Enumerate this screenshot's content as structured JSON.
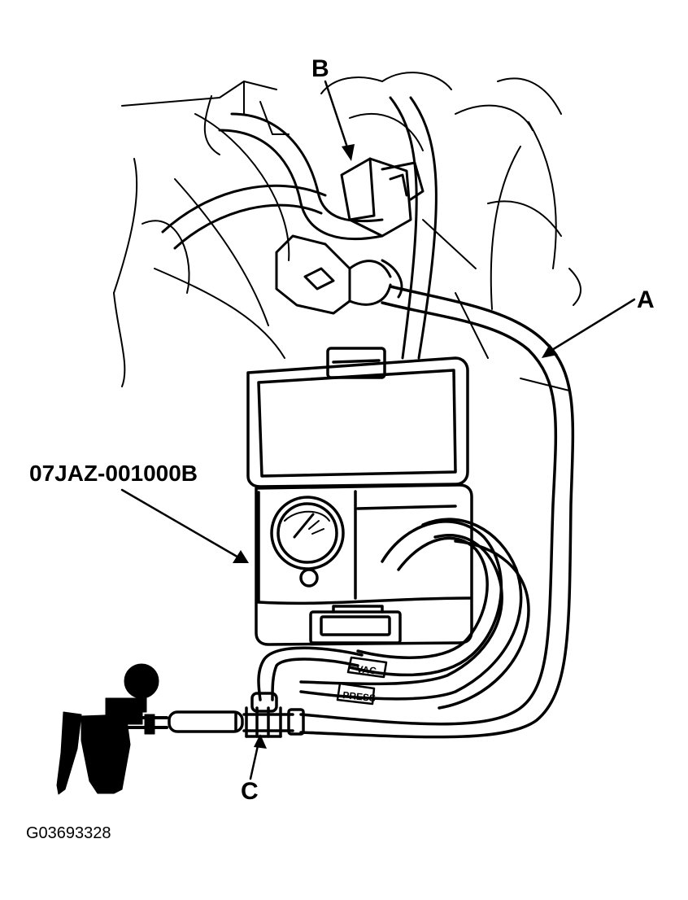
{
  "callouts": {
    "a": "A",
    "b": "B",
    "c": "C",
    "tool_number": "07JAZ-001000B"
  },
  "hose_labels": {
    "vac": "VAC",
    "press": "PRESS"
  },
  "figure_id": "G03693328",
  "colors": {
    "ink": "#000000",
    "paper": "#ffffff"
  }
}
